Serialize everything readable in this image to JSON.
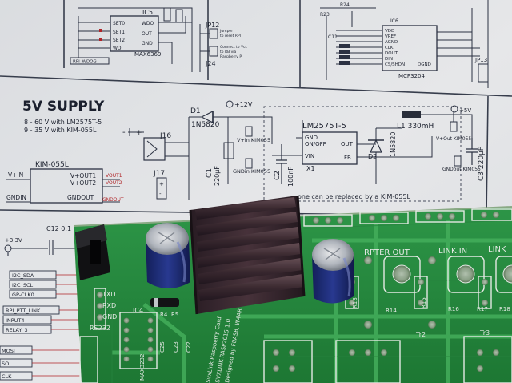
{
  "schematic": {
    "section_title": "5V SUPPLY",
    "input_notes": [
      "8 - 60 V with LM2575T-5",
      "9 - 35 V with KIM-055L"
    ],
    "regulator_label": "LM2575T-5",
    "regulator_pins": [
      "GND",
      "ON/OFF",
      "VIN",
      "OUT",
      "FB"
    ],
    "regulator_ref": "X1",
    "diode_d1": "D1",
    "diode_d1_part": "1N5820",
    "diode_d2": "D2",
    "diode_d2_part": "1N5820",
    "inductor": "L1 330mH",
    "rail_12v": "+12V",
    "rail_5v": "+5V",
    "jack": "J16",
    "jack_j17": "J17",
    "cap_c1": "C1",
    "cap_c1_value": "220µF",
    "cap_c2": "C2",
    "cap_c2_value": "100nF",
    "cap_c3": "C3 220µF",
    "kim_vin": "V+in KIM055",
    "kim_gnd": "GNDin KIM055",
    "kim_vout": "V+Out KIM055",
    "kim_gndout": "GNDout KIM055",
    "replace_note": "one can be replaced by a KIM-055L",
    "kim_module": "KIM-055L",
    "kim_pins_left": [
      "V+IN",
      "GNDIN"
    ],
    "kim_pins_right": [
      "V+OUT1",
      "V+OUT2",
      "GNDOUT"
    ],
    "kim_net_labels": [
      "VOUT1",
      "VOUT2",
      "GNDOUT"
    ],
    "ic5": "IC5",
    "ic5_part": "MAX6369",
    "ic5_pins": [
      "SET0",
      "SET1",
      "SET2",
      "WDI"
    ],
    "ic5_pins_right": [
      "WDO",
      "OUT",
      "GND"
    ],
    "jp12": "JP12",
    "jp12_note": [
      "Jumper",
      "to reset RPI"
    ],
    "jp12_note2": [
      "Connect to Vcc",
      "to RB via",
      "Raspberry Pi"
    ],
    "j24": "J24",
    "wdog_net": "RPI_WDOG",
    "mcp_part": "MCP3204",
    "mcp_pins": [
      "VDD",
      "VREF",
      "AGND",
      "CLK",
      "DOUT",
      "DIN",
      "CS/SHDN",
      "DGND"
    ],
    "jp13": "JP13",
    "c12_label": "C12 0,1",
    "rail_3v3": "+3.3V",
    "nets_left": [
      "I2C_SDA",
      "I2C_SCL",
      "GP-CLK0",
      "RPI_PTT_LINK",
      "INPUT4",
      "RELAY_3"
    ],
    "nets_bottom": [
      "MOSI",
      "SO",
      "CLK"
    ],
    "misc_refs": [
      "R23",
      "R24",
      "C11",
      "IC6"
    ]
  },
  "pcb": {
    "silk_left": [
      "TXD",
      "RXD",
      "GND",
      "RS232"
    ],
    "silk_refs": [
      "IC4",
      "R4",
      "R5",
      "C25",
      "C23",
      "C22",
      "MAX3232"
    ],
    "silk_labels": [
      "RPTER OUT",
      "LINK IN",
      "LINK"
    ],
    "resistor_refs": [
      "R13",
      "R14",
      "R15",
      "R16",
      "R17",
      "R18"
    ],
    "transistor_refs": [
      "Tr2",
      "Tr3"
    ],
    "board_title": [
      "SvxLink Raspberry Card",
      "SVXLINK-RASP2015 1.0",
      "Designed by F8ASB, W4AR"
    ]
  }
}
